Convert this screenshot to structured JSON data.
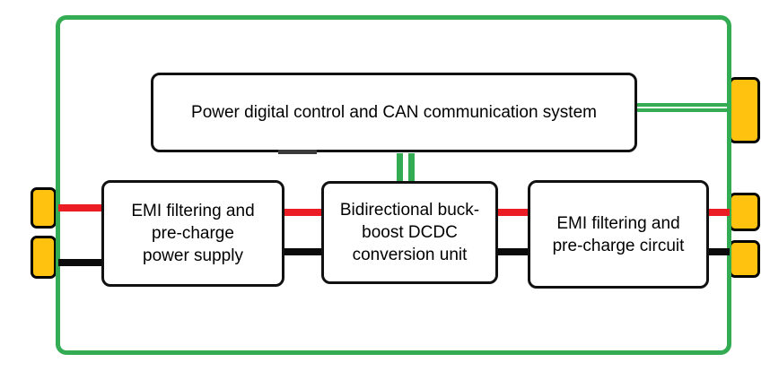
{
  "colors": {
    "boundary_green": "#33AC53",
    "wire_red": "#EC1C24",
    "wire_black": "#0B0B0B",
    "connector_orange": "#FFC20E",
    "block_border": "#111111",
    "canvas_background": "#FFFFFF"
  },
  "diagram": {
    "control_box": {
      "label": "Power digital control and CAN communication system"
    },
    "blocks": [
      {
        "label": "EMI filtering and\npre-charge\npower supply"
      },
      {
        "label": "Bidirectional buck-\nboost DCDC\nconversion unit"
      },
      {
        "label": "EMI filtering and\npre-charge circuit"
      }
    ]
  }
}
